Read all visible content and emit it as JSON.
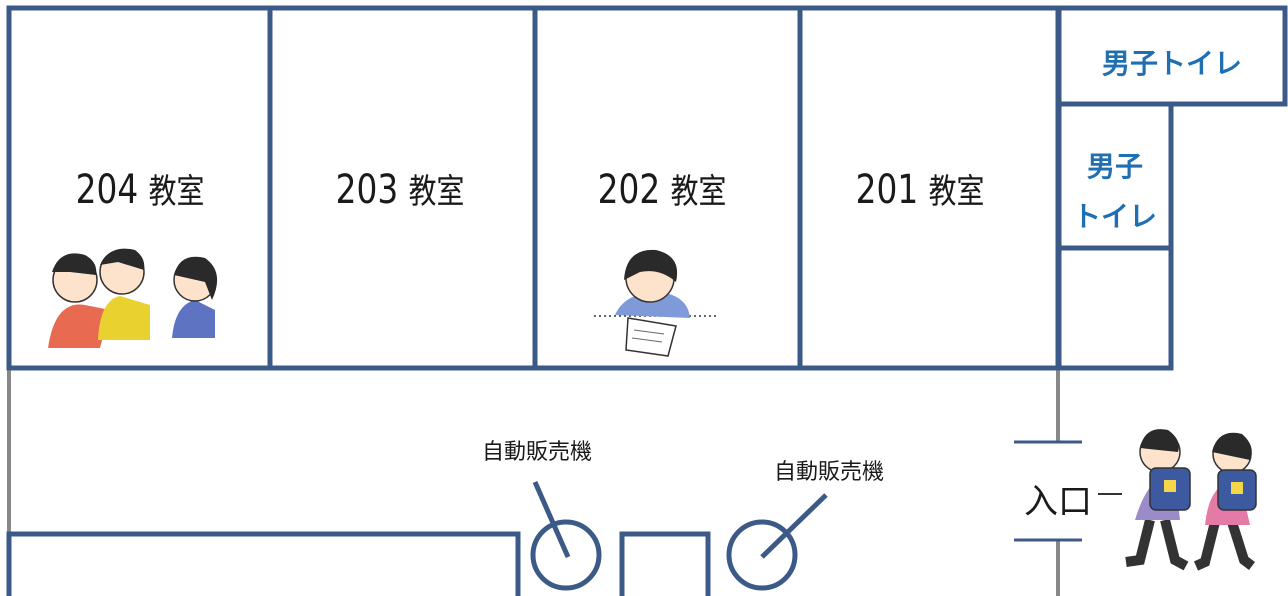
{
  "rooms": [
    {
      "number": "204",
      "label": "教室"
    },
    {
      "number": "203",
      "label": "教室"
    },
    {
      "number": "202",
      "label": "教室"
    },
    {
      "number": "201",
      "label": "教室"
    }
  ],
  "toilet_top": "男子トイレ",
  "toilet_small_line1": "男子",
  "toilet_small_line2": "トイレ",
  "vending_1": "自動販売機",
  "vending_2": "自動販売機",
  "entrance": "入口",
  "colors": {
    "wall": "#3c5a88",
    "inner": "#888888",
    "label_blue": "#1f6fb2"
  }
}
